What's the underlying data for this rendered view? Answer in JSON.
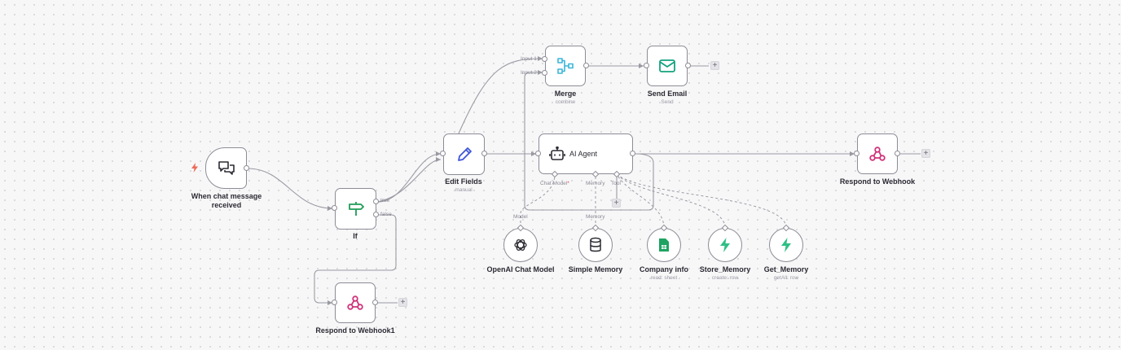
{
  "canvas": {
    "background": "#f7f7f8"
  },
  "nodes": {
    "chat_trigger": {
      "title_line1": "When chat message",
      "title_line2": "received",
      "icon": "chat-bubbles-icon"
    },
    "if": {
      "title": "If",
      "port_true": "true",
      "port_false": "false",
      "icon": "signpost-icon",
      "accent": "#1f9d55"
    },
    "edit_fields": {
      "title": "Edit Fields",
      "subtitle": "manual",
      "icon": "pencil-icon",
      "accent": "#3d54d9"
    },
    "merge": {
      "title": "Merge",
      "subtitle": "combine",
      "input1": "Input 1",
      "input2": "Input 2",
      "icon": "merge-icon",
      "accent": "#3ab6d8"
    },
    "send_email": {
      "title": "Send Email",
      "subtitle": "Send",
      "icon": "envelope-icon",
      "accent": "#14a37f"
    },
    "ai_agent": {
      "title": "AI Agent",
      "port_chat_model": "Chat Model",
      "port_chat_model_required": "*",
      "port_memory": "Memory",
      "port_tool": "Tool",
      "icon": "robot-icon"
    },
    "respond_webhook": {
      "title": "Respond to Webhook",
      "icon": "webhook-icon",
      "accent": "#d0327a"
    },
    "respond_webhook1": {
      "title": "Respond to Webhook1",
      "icon": "webhook-icon",
      "accent": "#d0327a"
    },
    "openai_chat_model": {
      "title": "OpenAI Chat Model",
      "edge_label": "Model",
      "icon": "openai-icon"
    },
    "simple_memory": {
      "title": "Simple Memory",
      "edge_label": "Memory",
      "icon": "database-icon"
    },
    "company_info": {
      "title": "Company info",
      "subtitle": "read: sheet",
      "icon": "google-sheets-icon",
      "accent": "#1ea362"
    },
    "store_memory": {
      "title": "Store_Memory",
      "subtitle": "create: row",
      "icon": "bolt-icon",
      "accent": "#2fbf84"
    },
    "get_memory": {
      "title": "Get_Memory",
      "subtitle": "getAll: row",
      "icon": "bolt-icon",
      "accent": "#2fbf84"
    }
  },
  "add_button_symbol": "+",
  "colors": {
    "trigger_bolt": "#ef6a5a",
    "edge": "#9a9aa3"
  }
}
